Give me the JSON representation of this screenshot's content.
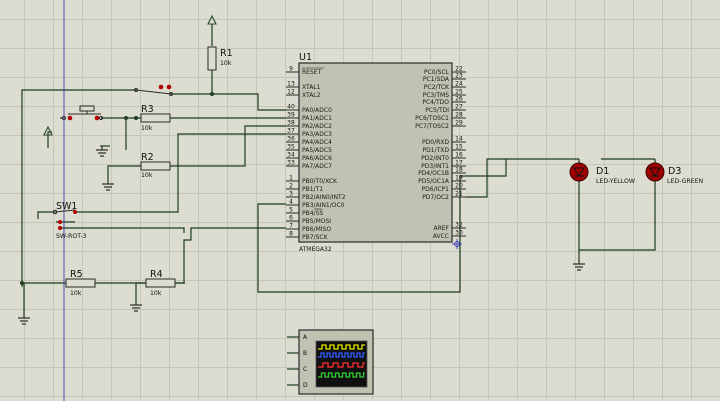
{
  "colors": {
    "background": "#dcdcd0",
    "grid": "#c6c6b8",
    "wire": "#1d3d1d",
    "chip_fill": "#c2c2b2",
    "red": "#b40000",
    "led_body": "#a00000"
  },
  "icons": [
    "ground-icon",
    "power-terminal-icon",
    "oscilloscope-icon",
    "led-icon",
    "resistor-icon",
    "pushbutton-icon",
    "rotary-switch-icon"
  ],
  "chip": {
    "ref": "U1",
    "part": "ATMEGA32",
    "left_pins": [
      {
        "num": "9",
        "name": "RESET"
      },
      {
        "num": "13",
        "name": "XTAL1"
      },
      {
        "num": "12",
        "name": "XTAL2"
      },
      {
        "num": "40",
        "name": "PA0/ADC0"
      },
      {
        "num": "39",
        "name": "PA1/ADC1"
      },
      {
        "num": "38",
        "name": "PA2/ADC2"
      },
      {
        "num": "37",
        "name": "PA3/ADC3"
      },
      {
        "num": "36",
        "name": "PA4/ADC4"
      },
      {
        "num": "35",
        "name": "PA5/ADC5"
      },
      {
        "num": "34",
        "name": "PA6/ADC6"
      },
      {
        "num": "33",
        "name": "PA7/ADC7"
      },
      {
        "num": "1",
        "name": "PB0/T0/XCK"
      },
      {
        "num": "2",
        "name": "PB1/T1"
      },
      {
        "num": "3",
        "name": "PB2/AIN0/INT2"
      },
      {
        "num": "4",
        "name": "PB3/AIN1/OC0"
      },
      {
        "num": "5",
        "name": "PB4/SS"
      },
      {
        "num": "6",
        "name": "PB5/MOSI"
      },
      {
        "num": "7",
        "name": "PB6/MISO"
      },
      {
        "num": "8",
        "name": "PB7/SCK"
      }
    ],
    "right_pins": [
      {
        "num": "22",
        "name": "PC0/SCL"
      },
      {
        "num": "23",
        "name": "PC1/SDA"
      },
      {
        "num": "24",
        "name": "PC2/TCK"
      },
      {
        "num": "25",
        "name": "PC3/TMS"
      },
      {
        "num": "26",
        "name": "PC4/TDO"
      },
      {
        "num": "27",
        "name": "PC5/TDI"
      },
      {
        "num": "28",
        "name": "PC6/TOSC1"
      },
      {
        "num": "29",
        "name": "PC7/TOSC2"
      },
      {
        "num": "14",
        "name": "PD0/RXD"
      },
      {
        "num": "15",
        "name": "PD1/TXD"
      },
      {
        "num": "16",
        "name": "PD2/INT0"
      },
      {
        "num": "17",
        "name": "PD3/INT1"
      },
      {
        "num": "18",
        "name": "PD4/OC1B"
      },
      {
        "num": "19",
        "name": "PD5/OC1A"
      },
      {
        "num": "20",
        "name": "PD6/ICP1"
      },
      {
        "num": "21",
        "name": "PD7/OC2"
      },
      {
        "num": "32",
        "name": "AREF"
      },
      {
        "num": "30",
        "name": "AVCC"
      }
    ]
  },
  "resistors": [
    {
      "ref": "R1",
      "value": "10k"
    },
    {
      "ref": "R2",
      "value": "10k"
    },
    {
      "ref": "R3",
      "value": "10k"
    },
    {
      "ref": "R4",
      "value": "10k"
    },
    {
      "ref": "R5",
      "value": "10k"
    }
  ],
  "switch": {
    "ref": "SW1",
    "type": "SW-ROT-3"
  },
  "leds": [
    {
      "ref": "D1",
      "value": "LED-YELLOW"
    },
    {
      "ref": "D3",
      "value": "LED-GREEN"
    }
  ],
  "scope": {
    "channels": [
      "A",
      "B",
      "C",
      "D"
    ],
    "trace_colors": [
      "#e6e600",
      "#3060ff",
      "#ff3030",
      "#30d030"
    ]
  }
}
